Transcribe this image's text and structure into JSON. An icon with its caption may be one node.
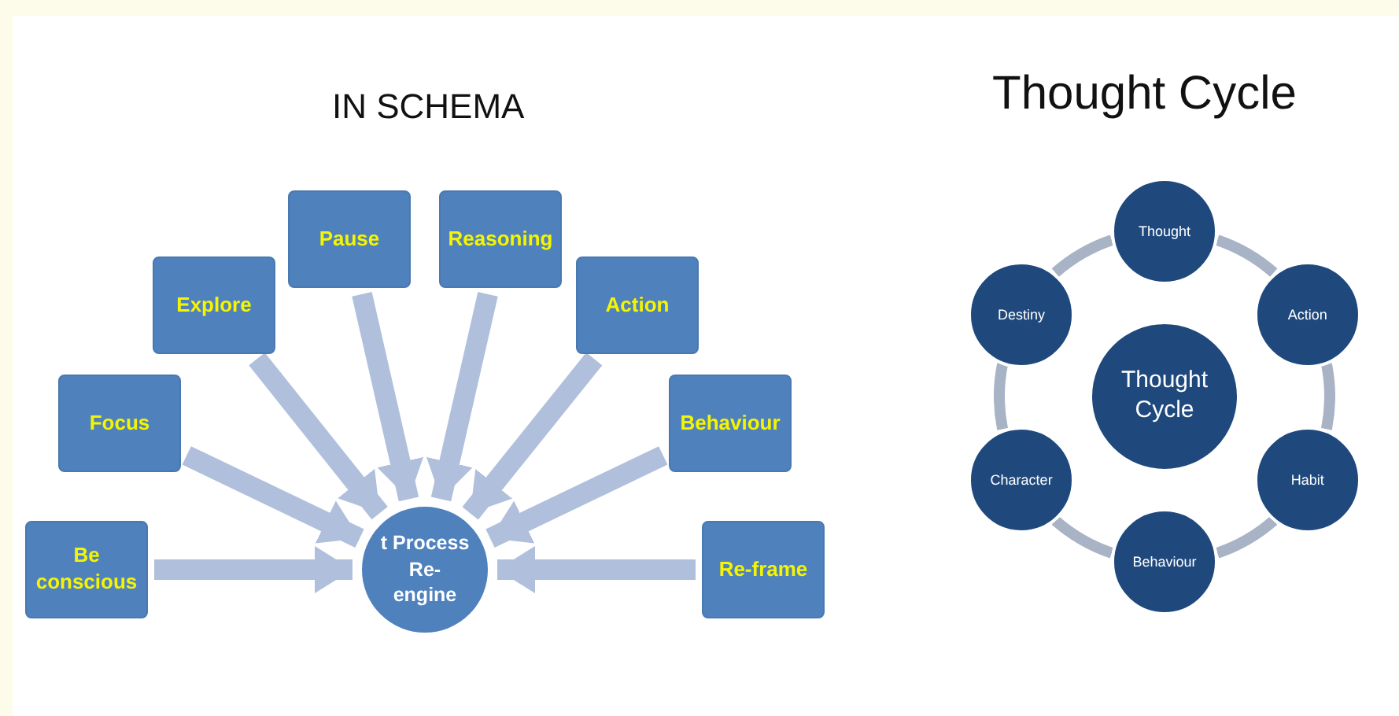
{
  "diagram": {
    "nodes": [
      {
        "text": [
          "Be conscious"
        ]
      },
      {
        "text": [
          "Focus"
        ]
      },
      {
        "text": [
          "Explore"
        ]
      },
      {
        "text": [
          "Pause"
        ]
      },
      {
        "text": [
          "Reasoning"
        ]
      },
      {
        "text": [
          "Action"
        ]
      },
      {
        "text": [
          "Behaviour"
        ]
      },
      {
        "text": [
          "Re-frame"
        ]
      },
      {
        "text": [
          "t Process Re- engine"
        ]
      },
      {
        "text": [
          "Thought Cycle"
        ]
      },
      {
        "text": [
          "Thought"
        ]
      },
      {
        "text": [
          "Action"
        ]
      },
      {
        "text": [
          "Habit"
        ]
      },
      {
        "text": [
          "Behaviour"
        ]
      },
      {
        "text": [
          "Character"
        ]
      },
      {
        "text": [
          "Destiny"
        ]
      }
    ],
    "edges": [
      {
        "from": 0,
        "to": 8,
        "arrow": "to"
      },
      {
        "from": 1,
        "to": 8,
        "arrow": "to"
      },
      {
        "from": 2,
        "to": 8,
        "arrow": "to"
      },
      {
        "from": 3,
        "to": 8,
        "arrow": "to"
      },
      {
        "from": 4,
        "to": 8,
        "arrow": "to"
      },
      {
        "from": 5,
        "to": 8,
        "arrow": "to"
      },
      {
        "from": 6,
        "to": 8,
        "arrow": "to"
      },
      {
        "from": 7,
        "to": 8,
        "arrow": "to"
      },
      {
        "from": 10,
        "to": 11,
        "arrow": "none"
      },
      {
        "from": 11,
        "to": 12,
        "arrow": "none"
      },
      {
        "from": 12,
        "to": 13,
        "arrow": "none"
      },
      {
        "from": 13,
        "to": 14,
        "arrow": "none"
      },
      {
        "from": 14,
        "to": 15,
        "arrow": "none"
      },
      {
        "from": 15,
        "to": 10,
        "arrow": "none"
      }
    ],
    "labels": [
      "IN SCHEMA",
      "Thought Cycle"
    ]
  }
}
